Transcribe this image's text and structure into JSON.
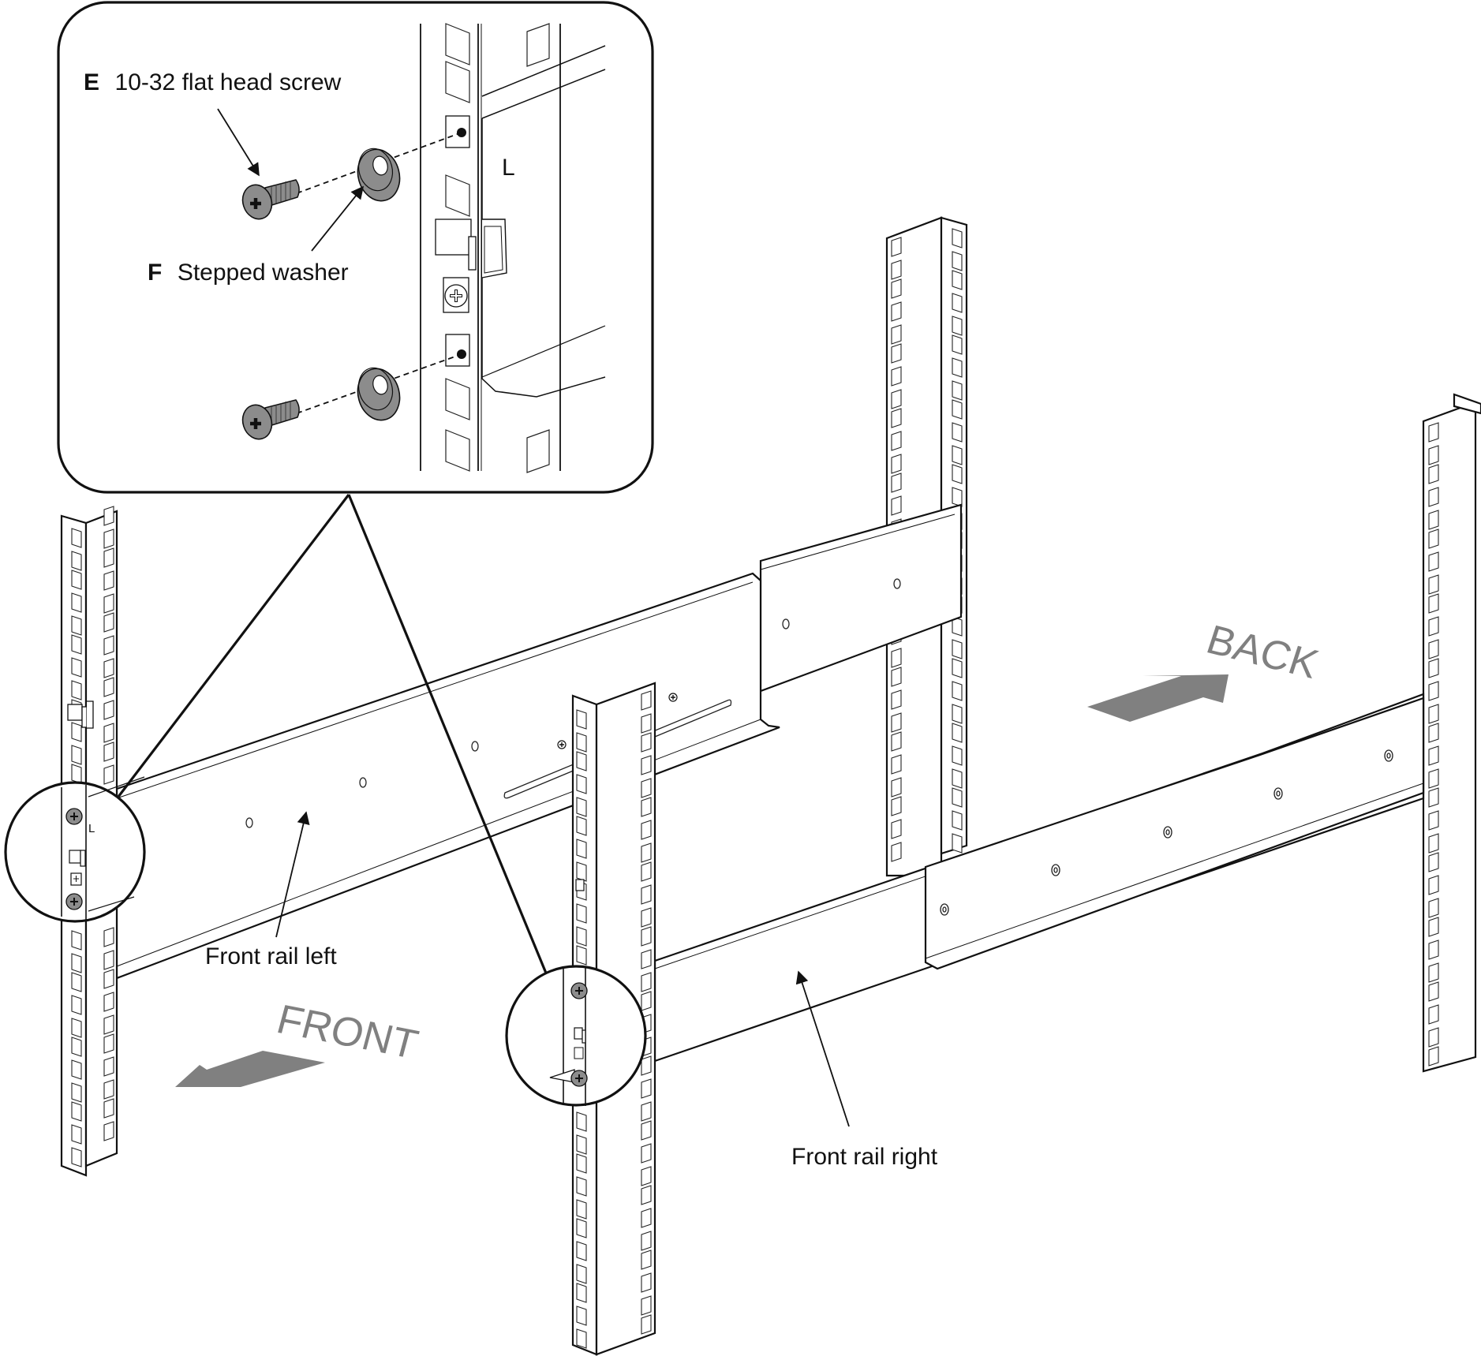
{
  "figure": {
    "type": "rack rail installation diagram",
    "callout": {
      "parts": [
        {
          "letter": "E",
          "name": "10-32 flat head screw"
        },
        {
          "letter": "F",
          "name": "Stepped washer"
        }
      ],
      "rail_marking": "L"
    },
    "labels": {
      "front_rail_left": "Front rail left",
      "front_rail_right": "Front rail right"
    },
    "directions": {
      "front": "FRONT",
      "back": "BACK"
    },
    "left_rail_marking": "L",
    "colors": {
      "line": "#111111",
      "arrow_fill": "#808080",
      "hardware_fill": "#8c8c8c",
      "background": "#ffffff"
    }
  }
}
